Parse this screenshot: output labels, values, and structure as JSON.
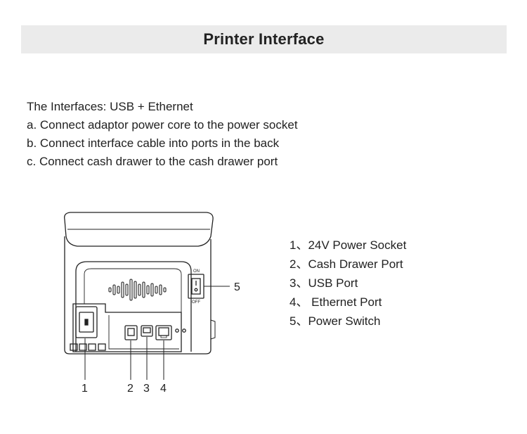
{
  "header": {
    "title": "Printer Interface"
  },
  "intro": {
    "interfaces": "The Interfaces:   USB + Ethernet",
    "steps": [
      "a. Connect adaptor power core to the power socket",
      "b. Connect interface cable into ports in the back",
      "c. Connect cash drawer to the cash drawer port"
    ]
  },
  "legend": [
    "1、24V Power Socket",
    "2、Cash Drawer Port",
    "3、USB Port",
    "4、 Ethernet Port",
    "5、Power Switch"
  ],
  "diagram": {
    "callouts": [
      "1",
      "2",
      "3",
      "4",
      "5"
    ],
    "switch_on": "ON",
    "switch_off": "OFF"
  }
}
